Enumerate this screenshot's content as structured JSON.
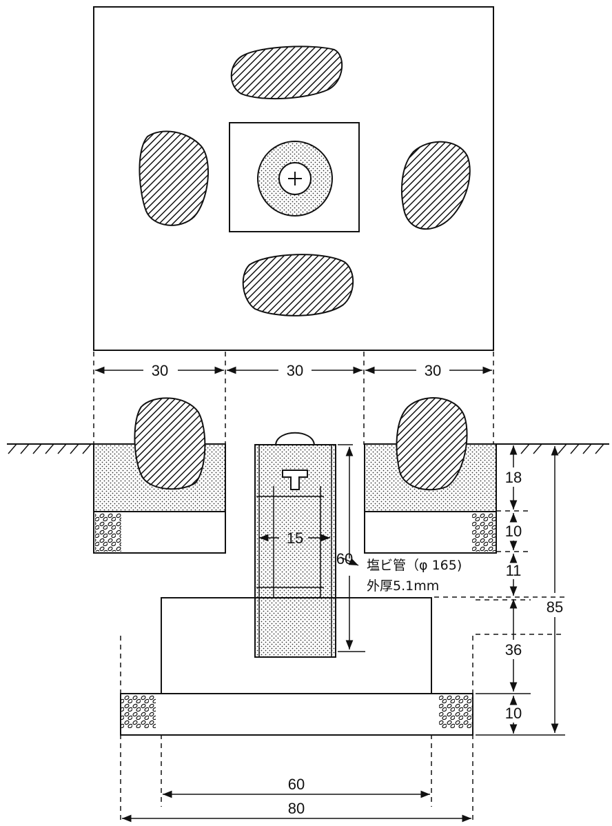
{
  "diagram": {
    "dims": {
      "top_w1": "30",
      "top_w2": "30",
      "top_w3": "30",
      "pipe_w": "15",
      "pipe_h": "60",
      "d18": "18",
      "d10a": "10",
      "d11": "11",
      "d36": "36",
      "d10b": "10",
      "total": "85",
      "base60": "60",
      "base80": "80"
    },
    "pipe_label": {
      "line1": "塩ビ管（φ 165)",
      "line2": "外厚5.1mm"
    },
    "colors": {
      "ink": "#111111",
      "background": "#ffffff"
    }
  }
}
